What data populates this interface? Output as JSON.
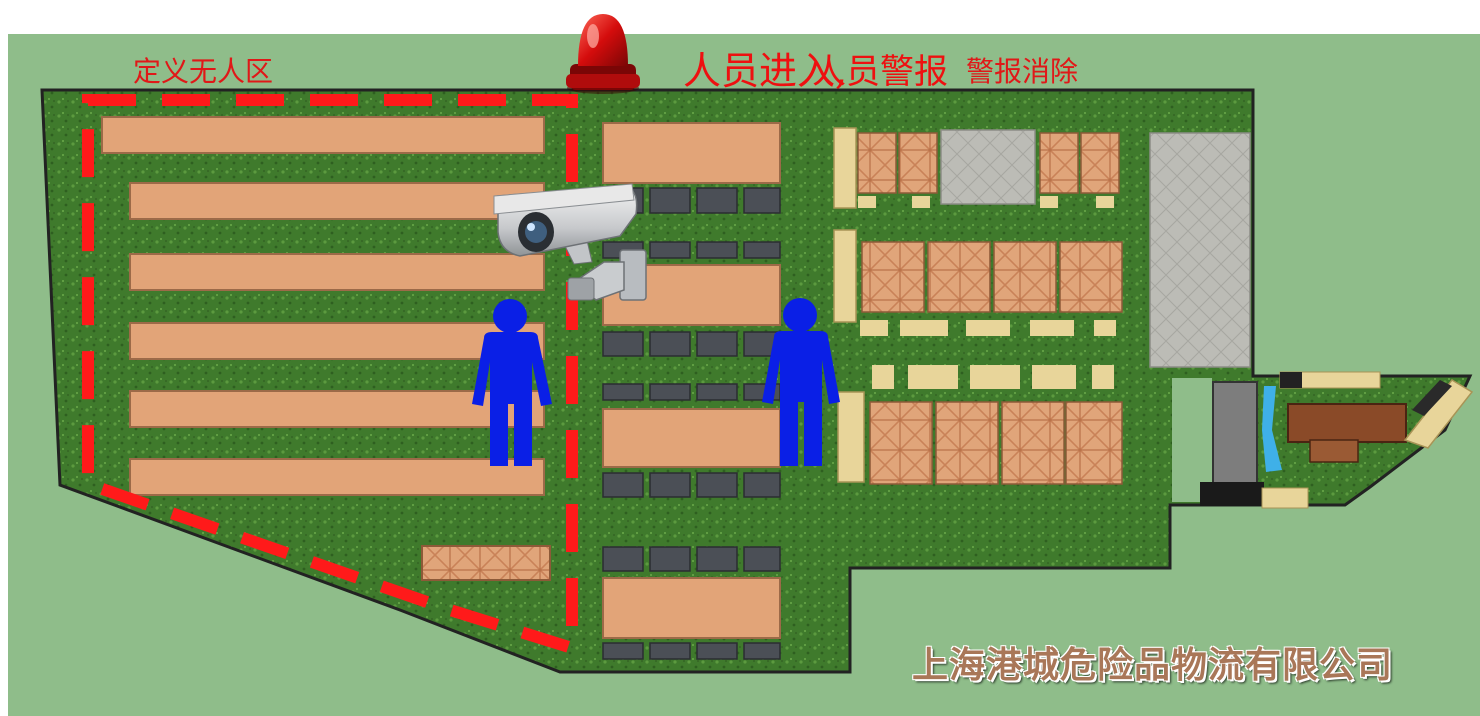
{
  "labels": {
    "no_person_zone": "定义无人区",
    "person_entry_alarm": "人员进入,",
    "person_entry_alarm_overlap": "人员警报",
    "alarm_cleared": "警报消除",
    "company_name": "上海港城危险品物流有限公司"
  },
  "icons": {
    "alarm": "alarm-beacon-icon",
    "camera": "cctv-camera-icon",
    "person": "person-icon"
  },
  "colors": {
    "surround": "#8fbd8a",
    "grass": "#3f7a2c",
    "warehouse": "#e2a478",
    "zone_outline": "#ff1a1a",
    "person": "#0a1fe6",
    "alarm_red": "#e01010",
    "paving": "#b9b9b4"
  }
}
